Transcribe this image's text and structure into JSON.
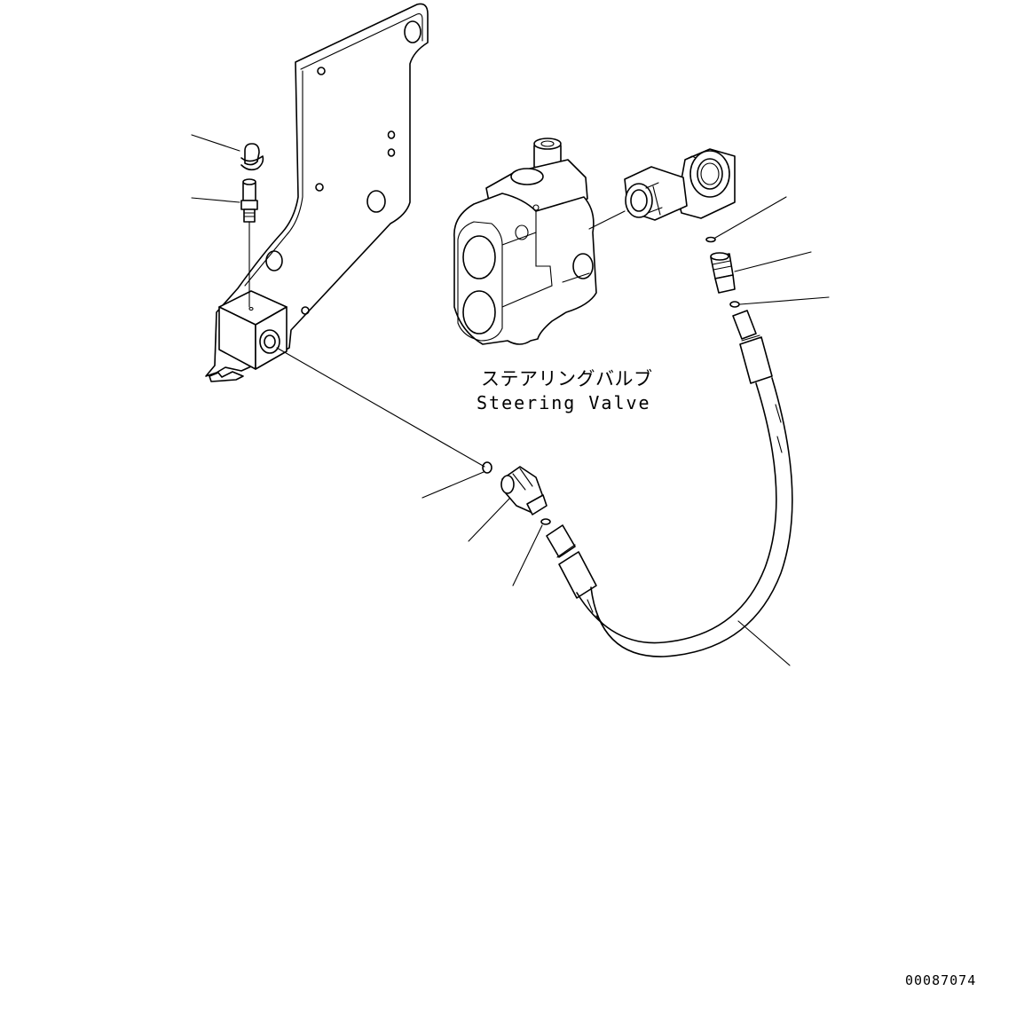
{
  "labels": {
    "component_jp": "ステアリングバルブ",
    "component_en": "Steering Valve"
  },
  "figure_number": "00087074",
  "icons": [
    "mounting-bracket-icon",
    "steering-valve-icon",
    "elbow-fitting-icon",
    "hose-icon",
    "grease-cap-icon",
    "grease-nipple-icon",
    "o-ring-icon",
    "adapter-icon"
  ]
}
